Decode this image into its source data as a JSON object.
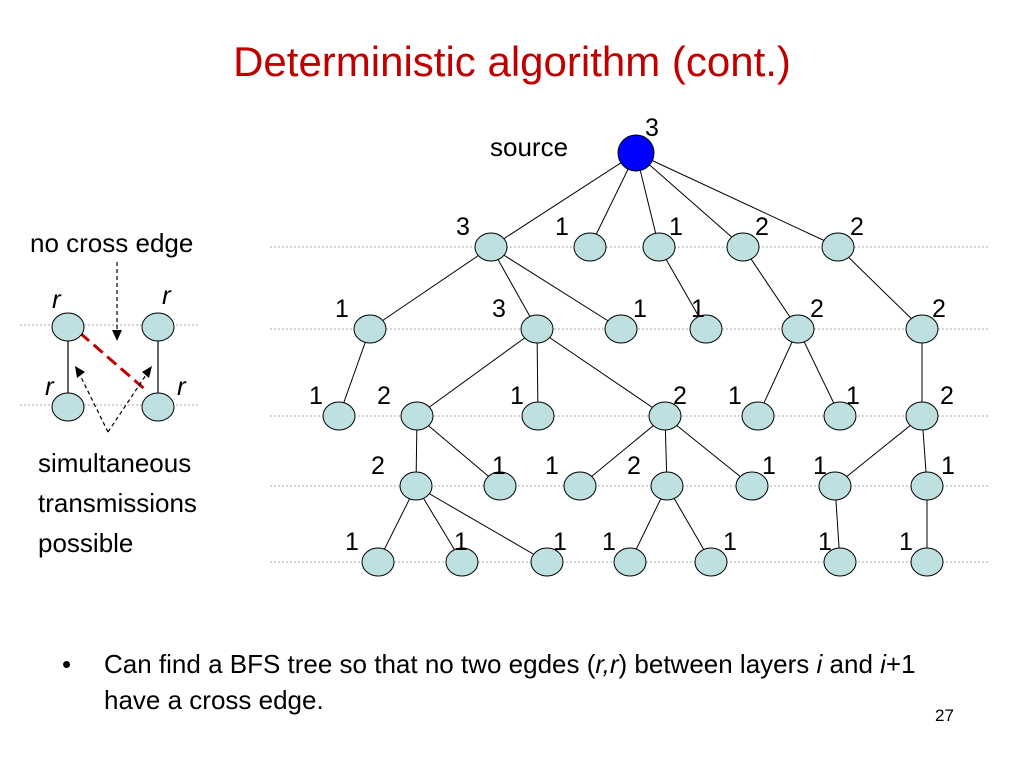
{
  "title": "Deterministic algorithm (cont.)",
  "colors": {
    "title": "#c00000",
    "node_fill": "#bfe0e0",
    "source_fill": "#0000ff",
    "cross_edge": "#c00000"
  },
  "source_label": "source",
  "left_panel": {
    "caption_top": "no cross edge",
    "r_label": "r",
    "caption_bottom": [
      "simultaneous",
      "transmissions",
      "possible"
    ]
  },
  "bullet": {
    "part1": "Can find a BFS tree so that no two egdes (",
    "r1": "r",
    "comma": ",",
    "r2": "r",
    "part2": ") between layers ",
    "i1": "i",
    "part3": " and ",
    "i2": "i",
    "part4": "+1 have a cross edge."
  },
  "slide_number": "27",
  "tree": {
    "nodes": [
      {
        "id": "src",
        "layer": 0,
        "parent": null,
        "number": "3"
      },
      {
        "id": "a1",
        "layer": 1,
        "parent": "src",
        "number": "3"
      },
      {
        "id": "a2",
        "layer": 1,
        "parent": "src",
        "number": "1"
      },
      {
        "id": "a3",
        "layer": 1,
        "parent": "src",
        "number": "1"
      },
      {
        "id": "a4",
        "layer": 1,
        "parent": "src",
        "number": "2"
      },
      {
        "id": "a5",
        "layer": 1,
        "parent": "src",
        "number": "2"
      },
      {
        "id": "b1",
        "layer": 2,
        "parent": "a1",
        "number": "1"
      },
      {
        "id": "b2",
        "layer": 2,
        "parent": "a1",
        "number": "3"
      },
      {
        "id": "b3",
        "layer": 2,
        "parent": "a1",
        "number": "1"
      },
      {
        "id": "b4",
        "layer": 2,
        "parent": "a3",
        "number": "1"
      },
      {
        "id": "b5",
        "layer": 2,
        "parent": "a4",
        "number": "2"
      },
      {
        "id": "b6",
        "layer": 2,
        "parent": "a5",
        "number": "2"
      },
      {
        "id": "c1",
        "layer": 3,
        "parent": "b1",
        "number": "1"
      },
      {
        "id": "c2",
        "layer": 3,
        "parent": "b2",
        "number": "2"
      },
      {
        "id": "c3",
        "layer": 3,
        "parent": "b2",
        "number": "1"
      },
      {
        "id": "c4",
        "layer": 3,
        "parent": "b2",
        "number": "2"
      },
      {
        "id": "c5",
        "layer": 3,
        "parent": "b5",
        "number": "1"
      },
      {
        "id": "c6",
        "layer": 3,
        "parent": "b5",
        "number": "1"
      },
      {
        "id": "c7",
        "layer": 3,
        "parent": "b6",
        "number": "2"
      },
      {
        "id": "d1",
        "layer": 4,
        "parent": "c2",
        "number": "2"
      },
      {
        "id": "d2",
        "layer": 4,
        "parent": "c2",
        "number": "1"
      },
      {
        "id": "d3",
        "layer": 4,
        "parent": "c4",
        "number": "1"
      },
      {
        "id": "d4",
        "layer": 4,
        "parent": "c4",
        "number": "2"
      },
      {
        "id": "d5",
        "layer": 4,
        "parent": "c4",
        "number": "1"
      },
      {
        "id": "d6",
        "layer": 4,
        "parent": "c7",
        "number": "1"
      },
      {
        "id": "d7",
        "layer": 4,
        "parent": "c7",
        "number": "1"
      },
      {
        "id": "e1",
        "layer": 5,
        "parent": "d1",
        "number": "1"
      },
      {
        "id": "e2",
        "layer": 5,
        "parent": "d1",
        "number": "1"
      },
      {
        "id": "e3",
        "layer": 5,
        "parent": "d1",
        "number": "1"
      },
      {
        "id": "e4",
        "layer": 5,
        "parent": "d4",
        "number": "1"
      },
      {
        "id": "e5",
        "layer": 5,
        "parent": "d4",
        "number": "1"
      },
      {
        "id": "e6",
        "layer": 5,
        "parent": "d6",
        "number": "1"
      },
      {
        "id": "e7",
        "layer": 5,
        "parent": "d7",
        "number": "1"
      }
    ]
  }
}
